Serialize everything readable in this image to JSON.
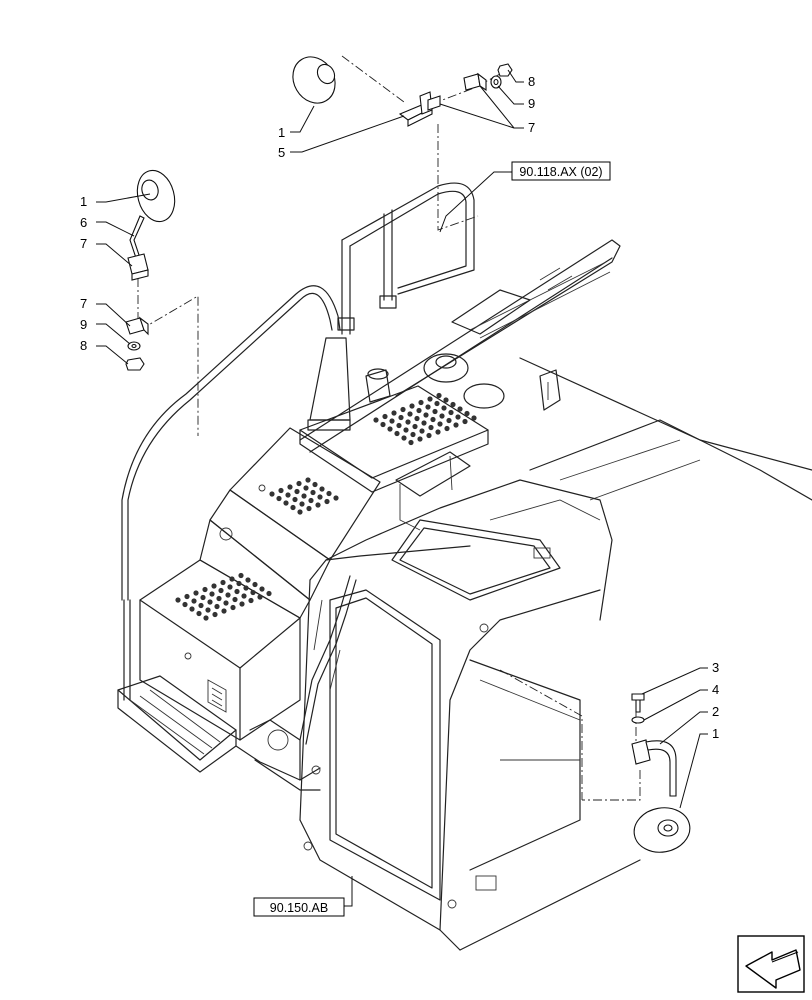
{
  "callouts": {
    "top_mirror_1": "1",
    "top_bracket_5": "5",
    "top_clamp_7": "7",
    "top_washer_9": "9",
    "top_nut_8": "8",
    "left_mirror_1": "1",
    "left_arm_6": "6",
    "left_clamp_7a": "7",
    "left_clamp_7b": "7",
    "left_washer_9": "9",
    "left_nut_8": "8",
    "right_bolt_3": "3",
    "right_washer_4": "4",
    "right_arm_2": "2",
    "right_mirror_1": "1"
  },
  "references": {
    "rail_ref": "90.118.AX (02)",
    "cab_ref": "90.150.AB"
  },
  "icons": {
    "orientation": "arrow-icon"
  }
}
